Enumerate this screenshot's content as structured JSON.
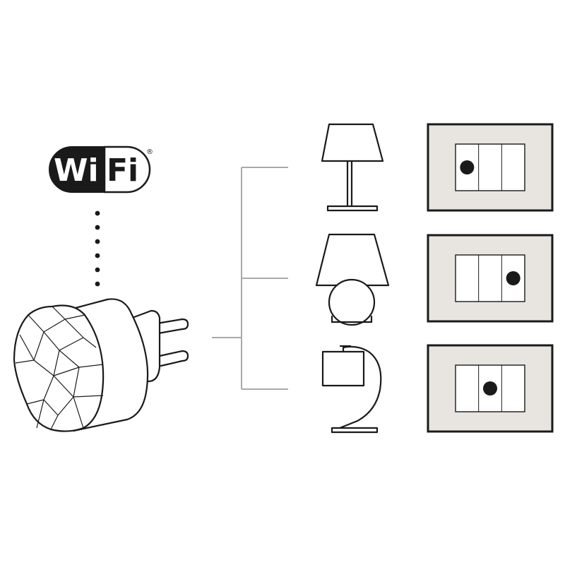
{
  "logo": {
    "word_left": "Wi",
    "word_right": "Fi",
    "registered_mark": "®",
    "colors": {
      "dark": "#1a1a1a",
      "light": "#ffffff"
    }
  },
  "connection": {
    "style": "dotted",
    "dot_count": 6
  },
  "devices": [
    {
      "id": "floor-lamp",
      "icon": "floor-lamp-icon",
      "switch": {
        "segments": 3,
        "active_segment": 1
      }
    },
    {
      "id": "table-lamp",
      "icon": "table-lamp-icon",
      "switch": {
        "segments": 3,
        "active_segment": 3
      }
    },
    {
      "id": "arc-lamp",
      "icon": "arc-lamp-icon",
      "switch": {
        "segments": 3,
        "active_segment": 2
      }
    }
  ],
  "colors": {
    "line": "#1a1a1a",
    "branch_line": "#a9a9a9",
    "plate_fill": "#e8e5e1",
    "switch_fill": "#ffffff"
  }
}
